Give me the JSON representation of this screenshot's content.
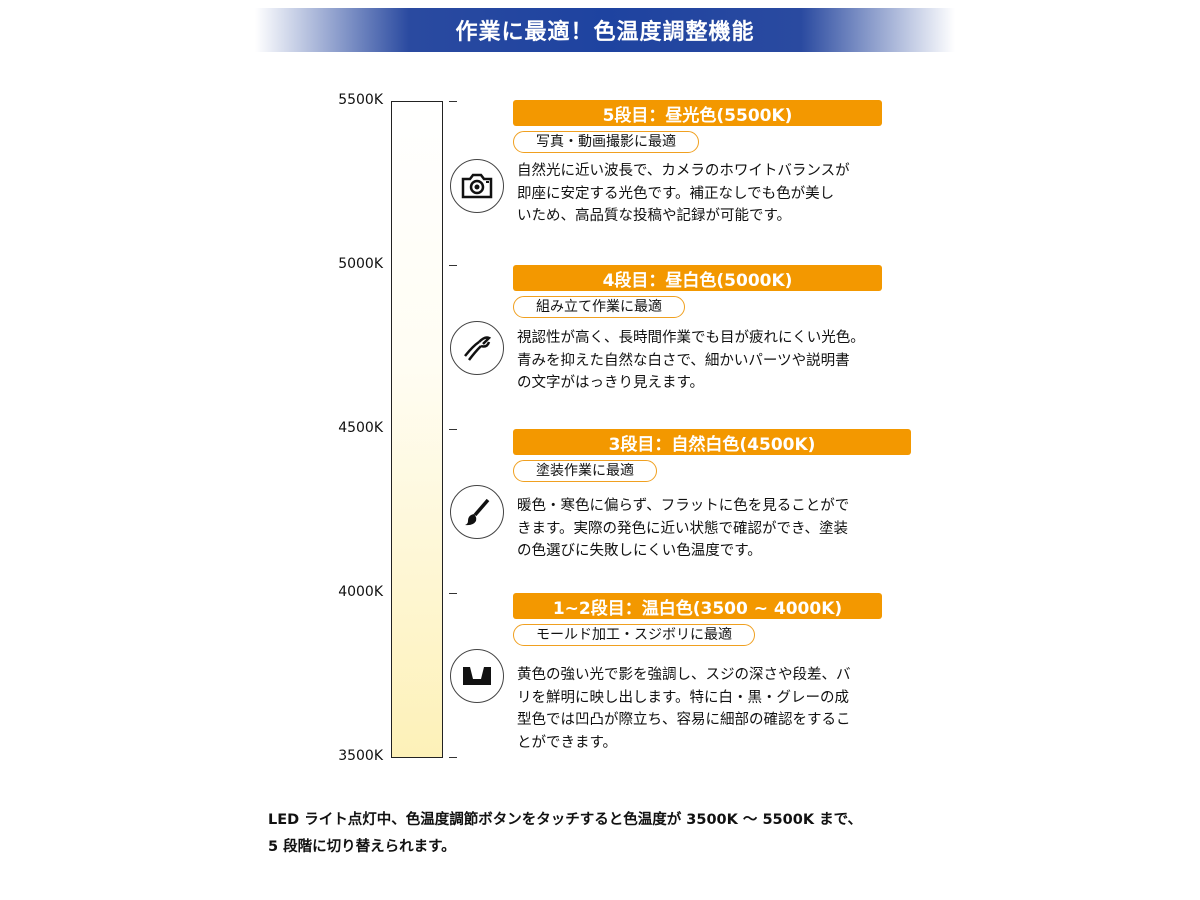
{
  "title": "作業に最適！色温度調整機能",
  "scale": [
    "5500K",
    "5000K",
    "4500K",
    "4000K",
    "3500K"
  ],
  "sections": [
    {
      "heading": "5段目：昼光色(5500K)",
      "use": "写真・動画撮影に最適",
      "icon": "camera-icon",
      "lines": [
        "自然光に近い波長で、カメラのホワイトバランスが",
        "即座に安定する光色です。補正なしでも色が美し",
        "いため、高品質な投稿や記録が可能です。"
      ]
    },
    {
      "heading": "4段目：昼白色(5000K)",
      "use": "組み立て作業に最適",
      "icon": "pliers-icon",
      "lines": [
        "視認性が高く、長時間作業でも目が疲れにくい光色。",
        "青みを抑えた自然な白さで、細かいパーツや説明書",
        "の文字がはっきり見えます。"
      ]
    },
    {
      "heading": "3段目：自然白色(4500K)",
      "use": "塗装作業に最適",
      "icon": "paintbrush-icon",
      "lines": [
        "暖色・寒色に偏らず、フラットに色を見ることがで",
        "きます。実際の発色に近い状態で確認ができ、塗装",
        "の色選びに失敗しにくい色温度です。"
      ]
    },
    {
      "heading": "1~2段目：温白色(3500 ~ 4000K)",
      "use": "モールド加工・スジボリに最適",
      "icon": "groove-icon",
      "lines": [
        "黄色の強い光で影を強調し、スジの深さや段差、バ",
        "リを鮮明に映し出します。特に白・黒・グレーの成",
        "型色では凹凸が際立ち、容易に細部の確認をするこ",
        "とができます。"
      ]
    }
  ],
  "footer": [
    "LED ライト点灯中、色温度調節ボタンをタッチすると色温度が 3500K ～ 5500K まで、",
    "5 段階に切り替えられます。"
  ],
  "colors": {
    "accent": "#f39800",
    "banner": "#1e43a0"
  }
}
